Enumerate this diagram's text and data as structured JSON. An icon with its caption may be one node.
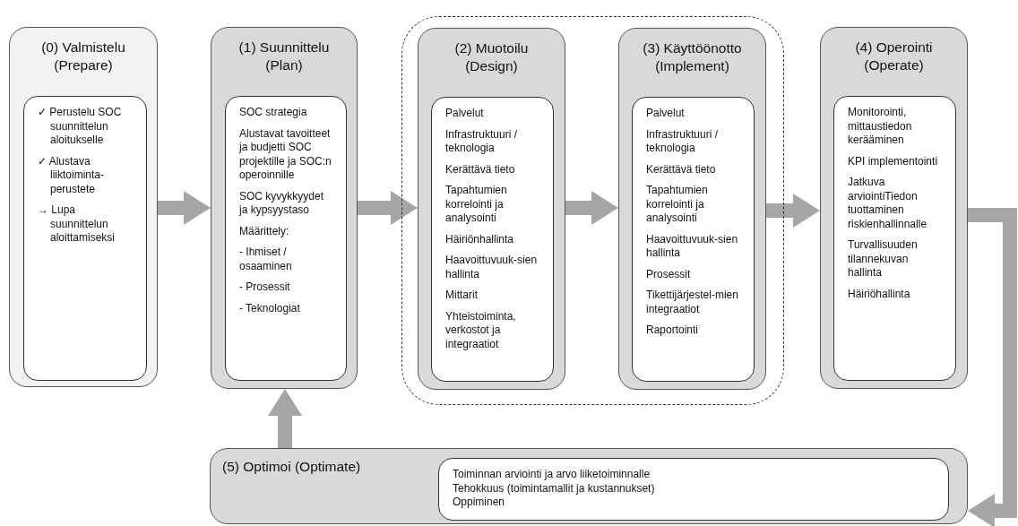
{
  "diagram": {
    "nodes": [
      {
        "text": [
          "(0) Valmistelu (Prepare)"
        ]
      },
      {
        "text": [
          "✓ Perustelu SOC suunnittelun aloitukselle",
          "✓ Alustava liiktoiminta-perustete",
          "→ Lupa suunnittelun aloittamiseksi"
        ],
        "in": 0
      },
      {
        "text": [
          "(1) Suunnittelu (Plan)"
        ]
      },
      {
        "text": [
          "SOC strategia",
          "Alustavat tavoitteet ja budjetti SOC projektille ja SOC:n operoinnille",
          "SOC kyvykkyydet ja kypsyystaso",
          "Määrittely:",
          "- Ihmiset / osaaminen",
          "- Prosessit",
          "- Teknologiat"
        ],
        "in": 2
      },
      {
        "text": [],
        "shape": "box"
      },
      {
        "text": [
          "(2) Muotoilu (Design)"
        ],
        "in": 4
      },
      {
        "text": [
          "Palvelut",
          "Infrastruktuuri / teknologia",
          "Kerättävä tieto",
          "Tapahtumien korrelointi ja analysointi",
          "Häiriönhallinta",
          "Haavoittuvuuk-sien hallinta",
          "Mittarit",
          "Yhteistoiminta, verkostot ja integraatiot"
        ],
        "in": 5
      },
      {
        "text": [
          "(3) Käyttöönotto (Implement)"
        ],
        "in": 4
      },
      {
        "text": [
          "Palvelut",
          "Infrastruktuuri / teknologia",
          "Kerättävä tieto",
          "Tapahtumien korrelointi ja analysointi",
          "Haavoittuvuuk-sien hallinta",
          "Prosessit",
          "Tikettijärjestel-mien integraatiot",
          "Raportointi"
        ],
        "in": 7
      },
      {
        "text": [
          "(4) Operointi (Operate)"
        ]
      },
      {
        "text": [
          "Monitorointi, mittaustiedon kerääminen",
          "KPI implementointi",
          "Jatkuva arviointiTiedon tuottaminen riskienhallinnalle",
          "Turvallisuuden tilannekuvan hallinta",
          "Häiriöhallinta"
        ],
        "in": 9
      },
      {
        "text": [
          "(5) Optimoi (Optimate)"
        ]
      },
      {
        "text": [
          "Toiminnan arviointi ja arvo liiketoiminnalle",
          "Tehokkuus (toimintamallit ja kustannukset)",
          "Oppiminen"
        ],
        "in": 11
      }
    ],
    "edges": [
      {
        "from": 0,
        "to": 2,
        "arrow": "to"
      },
      {
        "from": 2,
        "to": 5,
        "arrow": "to"
      },
      {
        "from": 5,
        "to": 7,
        "arrow": "to"
      },
      {
        "from": 7,
        "to": 9,
        "arrow": "to"
      },
      {
        "from": 9,
        "to": 11,
        "arrow": "to"
      },
      {
        "from": 11,
        "to": 2,
        "arrow": "to"
      }
    ]
  }
}
